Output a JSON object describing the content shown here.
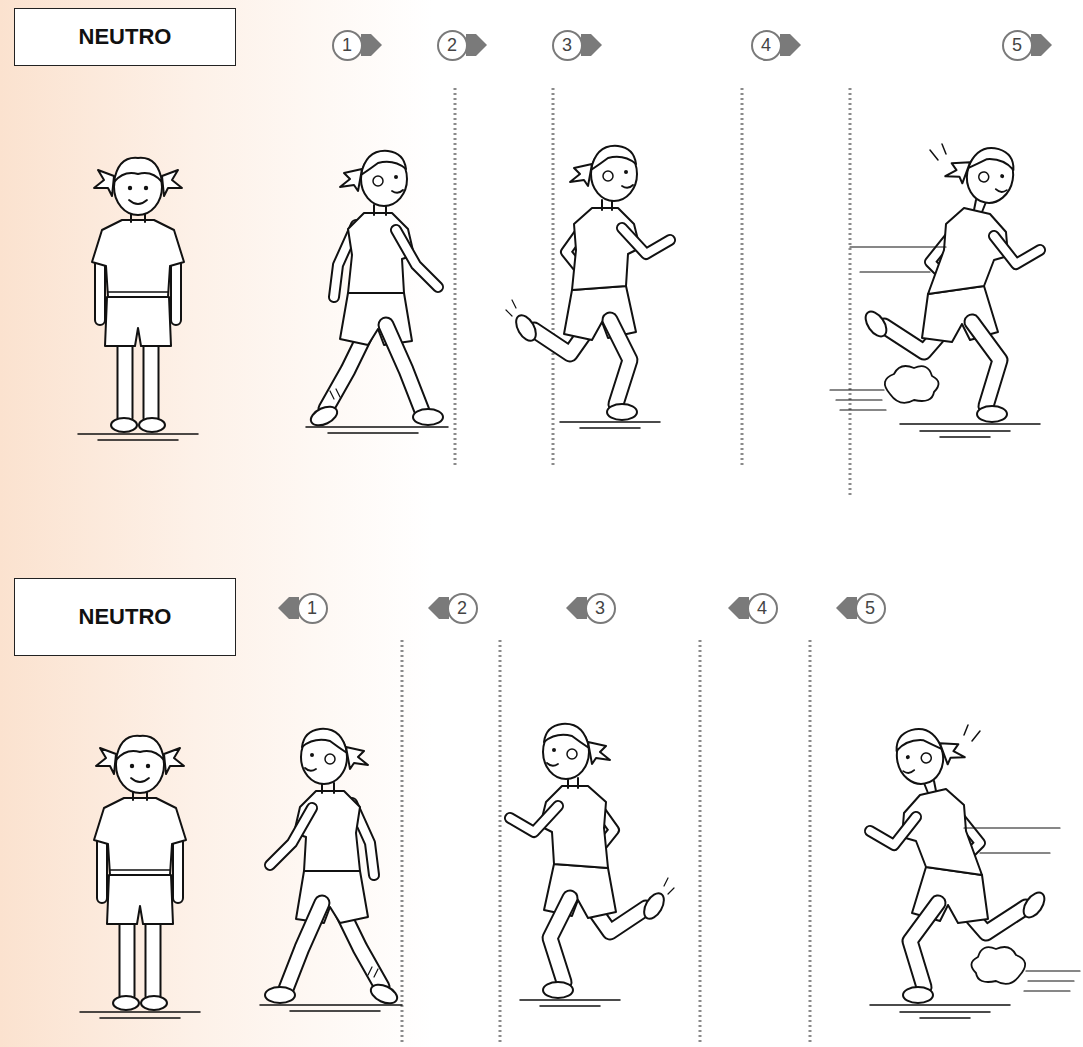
{
  "diagram": {
    "nodes": [
      {
        "text": [
          "NEUTRO"
        ]
      },
      {
        "text": [
          "1"
        ]
      },
      {
        "text": [
          "2"
        ]
      },
      {
        "text": [
          "3"
        ]
      },
      {
        "text": [
          "4"
        ]
      },
      {
        "text": [
          "5"
        ]
      },
      {
        "text": [
          "NEUTRO"
        ]
      },
      {
        "text": [
          "1"
        ]
      },
      {
        "text": [
          "2"
        ]
      },
      {
        "text": [
          "3"
        ]
      },
      {
        "text": [
          "4"
        ]
      },
      {
        "text": [
          "5"
        ]
      }
    ]
  }
}
